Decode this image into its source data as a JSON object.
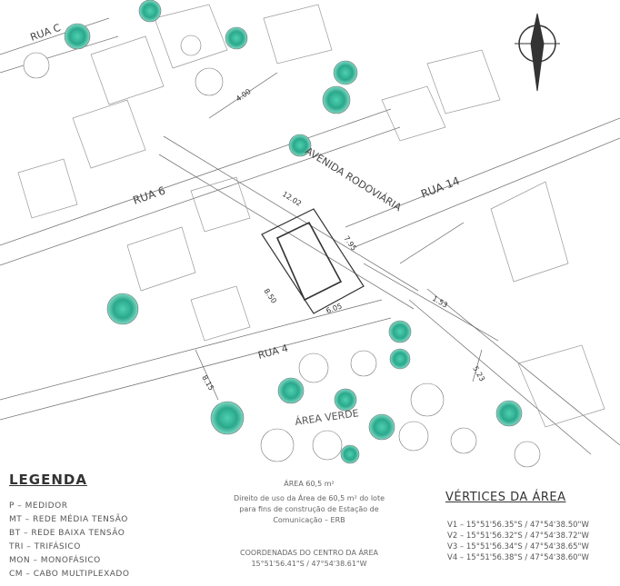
{
  "streets": {
    "rua_c": "RUA C",
    "rua_6": "RUA 6",
    "avenida": "AVENIDA RODOVIÁRIA",
    "rua_14": "RUA 14",
    "rua_4": "RUA 4"
  },
  "area_label": "ÁREA VERDE",
  "dims": {
    "d1": "7.95",
    "d2": "8.50",
    "d3": "6.05",
    "d4": "1.53",
    "d5": "4.00",
    "d6": "8.15",
    "d7": "5.23",
    "d8": "12.02"
  },
  "legend": {
    "title": "LEGENDA",
    "items": [
      "P – MEDIDOR",
      "MT – REDE MÉDIA TENSÃO",
      "BT – REDE BAIXA TENSÃO",
      "TRI – TRIFÁSICO",
      "MON – MONOFÁSICO",
      "CM – CABO MULTIPLEXADO"
    ]
  },
  "center_notes": {
    "title": "ÁREA 60,5 m²",
    "lines": [
      "Direito de uso da Área de 60,5 m² do lote",
      "para fins de construção de Estação de",
      "Comunicação – ERB"
    ],
    "coord_title": "COORDENADAS DO CENTRO DA ÁREA",
    "coord_line": "15°51'56.41\"S / 47°54'38.61\"W"
  },
  "vertices": {
    "title": "VÉRTICES DA ÁREA",
    "items": [
      "V1 – 15°51'56.35\"S / 47°54'38.50\"W",
      "V2 – 15°51'56.32\"S / 47°54'38.72\"W",
      "V3 – 15°51'56.34\"S / 47°54'38.65\"W",
      "V4 – 15°51'56.38\"S / 47°54'38.60\"W"
    ]
  }
}
